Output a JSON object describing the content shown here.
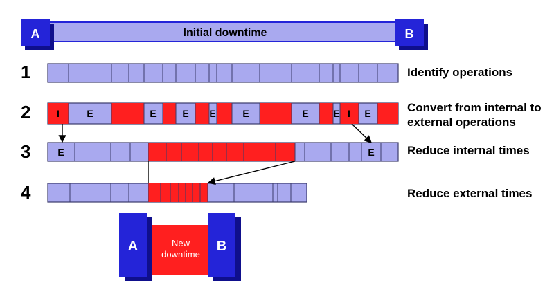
{
  "colors": {
    "lavender": "#a9a9ef",
    "red": "#ff1f1f",
    "blue": "#2424d8",
    "blue_dark": "#0f0f8c",
    "border": "#3b3b6b"
  },
  "top_bar": {
    "left_label": "A",
    "right_label": "B",
    "title": "Initial downtime"
  },
  "rows": [
    {
      "number": "1",
      "label": "Identify operations"
    },
    {
      "number": "2",
      "label_line1": "Convert from internal to",
      "label_line2": "external operations"
    },
    {
      "number": "3",
      "label": "Reduce internal times"
    },
    {
      "number": "4",
      "label": "Reduce external times"
    }
  ],
  "row2_letters": [
    "I",
    "E",
    "E",
    "E",
    "E",
    "E",
    "E",
    "E",
    "I",
    "E"
  ],
  "row3_letters": [
    "E",
    "E"
  ],
  "result": {
    "left_label": "A",
    "right_label": "B",
    "title_line1": "New",
    "title_line2": "downtime"
  }
}
